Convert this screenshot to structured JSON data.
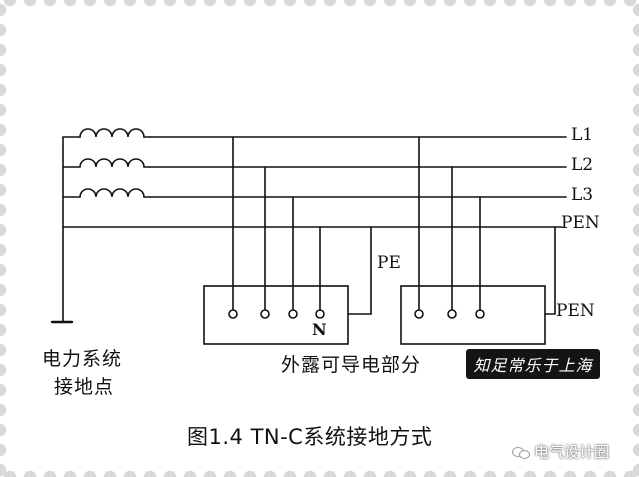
{
  "lines": {
    "l1": "L1",
    "l2": "L2",
    "l3": "L3",
    "pen_top": "PEN",
    "pe": "PE",
    "pen_side": "PEN",
    "neutral": "N"
  },
  "labels": {
    "earth_point_line1": "电力系统",
    "earth_point_line2": "接地点",
    "exposed_parts": "外露可导电部分"
  },
  "caption": "图1.4 TN-C系统接地方式",
  "brand_badge": "知足常乐于上海",
  "watermark": "电气设计圈",
  "colors": {
    "line": "#111111",
    "background": "#ffffff",
    "badge": "#141414"
  }
}
